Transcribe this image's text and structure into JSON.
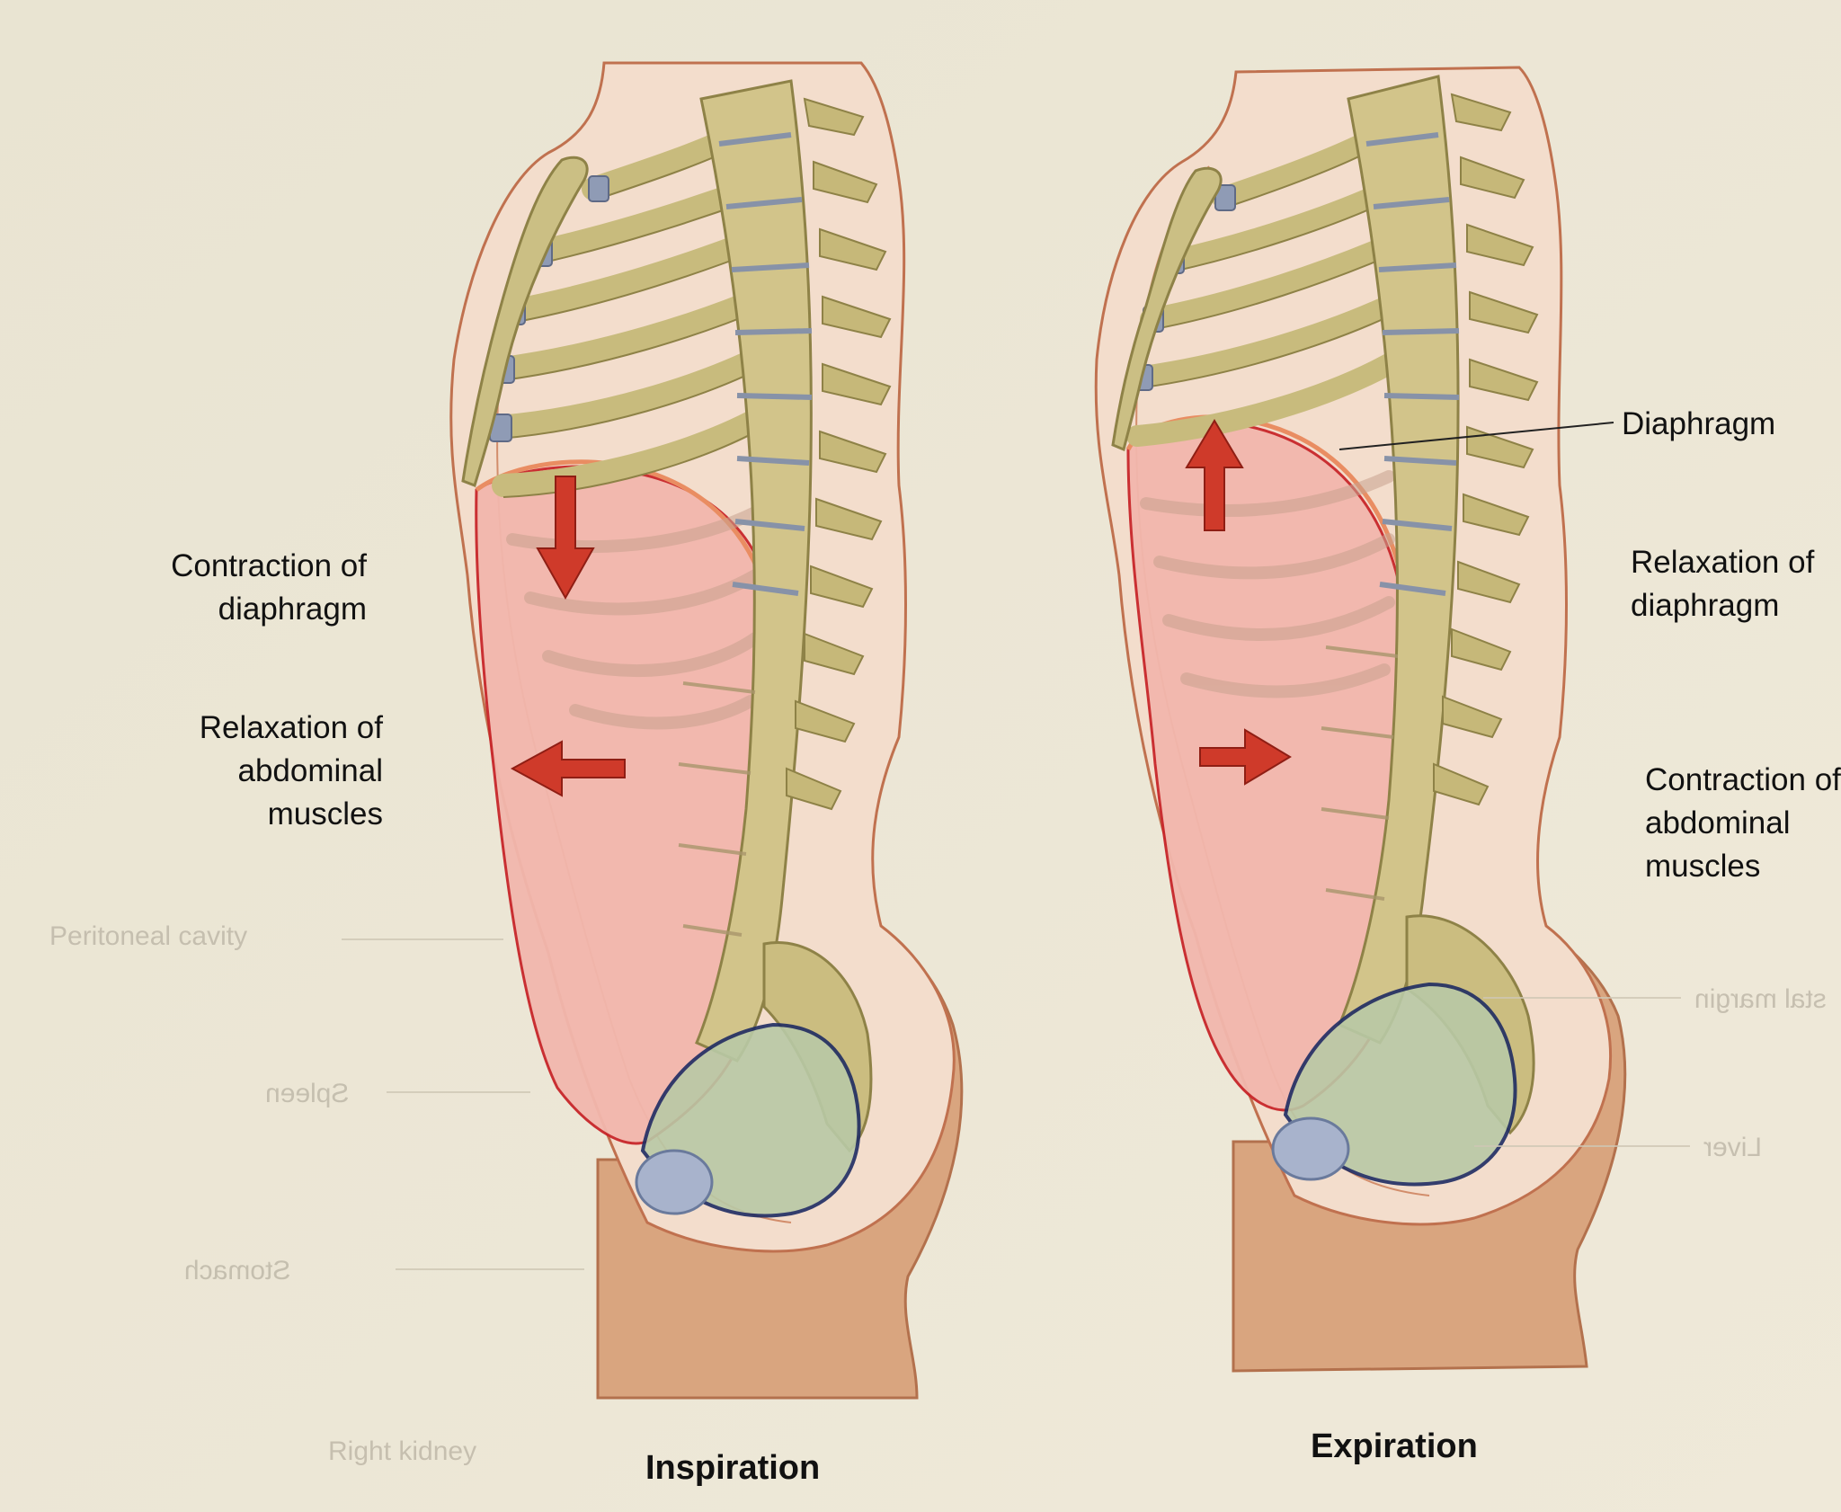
{
  "inspiration": {
    "label_diaphragm": [
      "Contraction of",
      "diaphragm"
    ],
    "label_abdominal": [
      "Relaxation of",
      "abdominal",
      "muscles"
    ],
    "caption": "Inspiration"
  },
  "expiration": {
    "label_diaphragm_pointer": "Diaphragm",
    "label_diaphragm": [
      "Relaxation of",
      "diaphragm"
    ],
    "label_abdominal": [
      "Contraction of",
      "abdominal",
      "muscles"
    ],
    "caption": "Expiration"
  },
  "background_page_labels": {
    "left": [
      "Peritoneal cavity",
      "Spleen",
      "Stomach",
      "Right kidney"
    ],
    "right": [
      "stal margin",
      "Liver"
    ]
  },
  "colors": {
    "paper": "#ece7d6",
    "body_fill": "#f2dccb",
    "body_outline": "#c0714f",
    "buttock": "#d9a57f",
    "abdomen_fill": "#f3bcb2",
    "cavity_outline": "#cc2a2a",
    "diaphragm_outline": "#e98d62",
    "bone": "#c8bb7d",
    "bone_dark": "#8e8247",
    "cartilage": "#8f9bb5",
    "disc": "#8792a8",
    "pelvic_organ": "#b9c9a6",
    "pelvic_outline": "#1f2c63",
    "bladder": "#a8b3cc",
    "arrow": "#cf3a2a"
  },
  "icons": {
    "inspiration_diaphragm_arrow": "arrow-down-icon",
    "inspiration_abdominal_arrow": "arrow-left-icon",
    "expiration_diaphragm_arrow": "arrow-up-icon",
    "expiration_abdominal_arrow": "arrow-right-icon"
  }
}
